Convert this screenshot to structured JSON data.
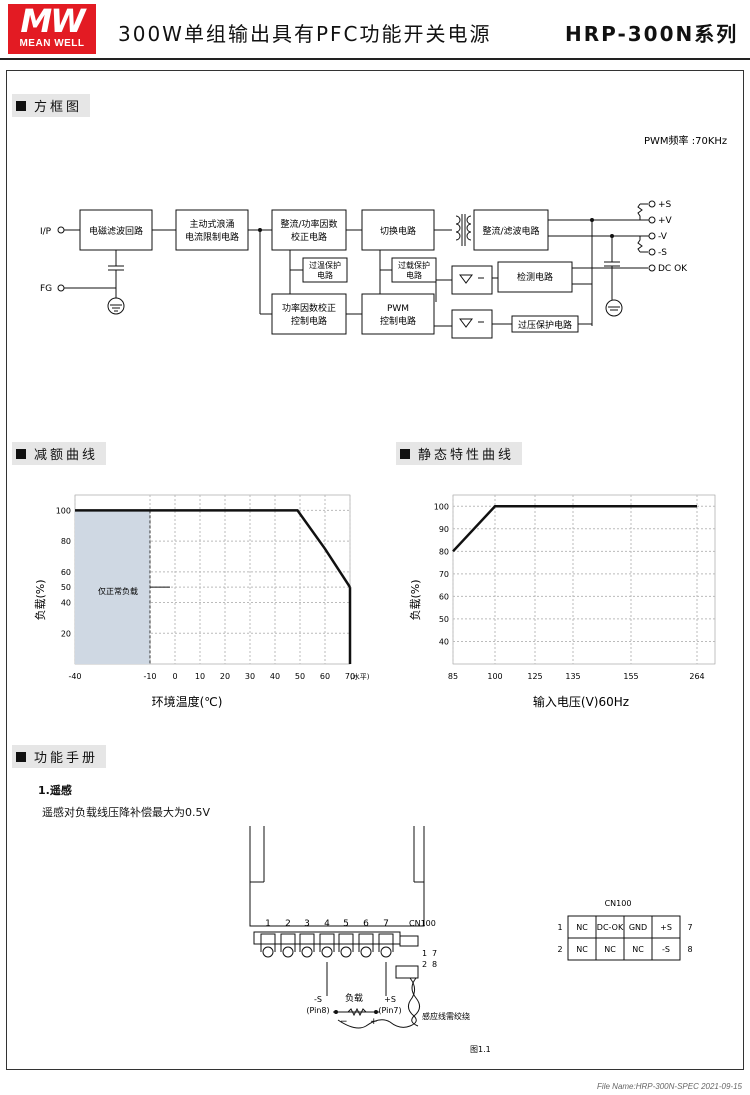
{
  "header": {
    "brand_big": "MW",
    "brand_text": "MEAN WELL",
    "title": "300W单组输出具有PFC功能开关电源",
    "model": "HRP-300N系列"
  },
  "sections": {
    "block_diagram": "方框图",
    "derating": "减额曲线",
    "static": "静态特性曲线",
    "functions": "功能手册"
  },
  "block_diagram": {
    "pwm_freq": "PWM频率 :70KHz",
    "ip": "I/P",
    "fg": "FG",
    "emi": "电磁滤波回路",
    "inrush_1": "主动式浪涌",
    "inrush_2": "电流限制电路",
    "rect_pfc_1": "整流/功率因数",
    "rect_pfc_2": "校正电路",
    "switch": "切换电路",
    "rect_filter": "整流/滤波电路",
    "otp_1": "过温保护",
    "otp_2": "电路",
    "olp_1": "过载保护",
    "olp_2": "电路",
    "pfc_ctrl_1": "功率因数校正",
    "pfc_ctrl_2": "控制电路",
    "pwm_ctrl_1": "PWM",
    "pwm_ctrl_2": "控制电路",
    "detect": "检测电路",
    "ovp": "过压保护电路",
    "out_ps": "+S",
    "out_pv": "+V",
    "out_nv": "-V",
    "out_ns": "-S",
    "out_dcok": "DC OK"
  },
  "derating_chart": {
    "chart_data": {
      "type": "line",
      "x": [
        -40,
        -10,
        0,
        10,
        20,
        30,
        40,
        49,
        60,
        70
      ],
      "y": [
        100,
        100,
        100,
        100,
        100,
        100,
        100,
        100,
        75,
        50
      ],
      "xticks": [
        "-40",
        "-10",
        "0",
        "10",
        "20",
        "30",
        "40",
        "50",
        "60",
        "70"
      ],
      "yticks": [
        "100",
        "80",
        "60",
        "50",
        "40",
        "20"
      ],
      "xlabel": "环境温度(℃)",
      "ylabel": "负载(%)",
      "x_unit": "(水平)",
      "xlim": [
        -40,
        70
      ],
      "ylim": [
        0,
        110
      ],
      "annotation": "仅正常负载",
      "grid": true
    }
  },
  "static_chart": {
    "chart_data": {
      "type": "line",
      "x": [
        85,
        100,
        264
      ],
      "y": [
        80,
        100,
        100
      ],
      "xticks": [
        "85",
        "100",
        "125",
        "135",
        "155",
        "264"
      ],
      "yticks": [
        "100",
        "90",
        "80",
        "70",
        "60",
        "50",
        "40"
      ],
      "xlabel": "输入电压(V)60Hz",
      "ylabel": "负载(%)",
      "ylim": [
        30,
        105
      ],
      "grid": true
    }
  },
  "functions": {
    "item1_title": "1.遥感",
    "item1_desc": "遥感对负载线压降补偿最大为0.5V",
    "pins": [
      "1",
      "2",
      "3",
      "4",
      "5",
      "6",
      "7"
    ],
    "connector": "CN100",
    "pin_1": "1",
    "pin_7": "7",
    "pin_2": "2",
    "pin_8": "8",
    "load_label": "负载",
    "neg_s_1": "-S",
    "neg_s_2": "(Pin8)",
    "pos_s_1": "+S",
    "pos_s_2": "(Pin7)",
    "minus": "−",
    "plus": "+",
    "twist_note": "感应线需绞绕",
    "figure": "图1.1",
    "cn_table": {
      "title": "CN100",
      "rows": [
        {
          "left": "1",
          "cells": [
            "NC",
            "DC-OK",
            "GND",
            "+S"
          ],
          "right": "7"
        },
        {
          "left": "2",
          "cells": [
            "NC",
            "NC",
            "NC",
            "-S"
          ],
          "right": "8"
        }
      ]
    }
  },
  "footer": "File Name:HRP-300N-SPEC  2021-09-15"
}
